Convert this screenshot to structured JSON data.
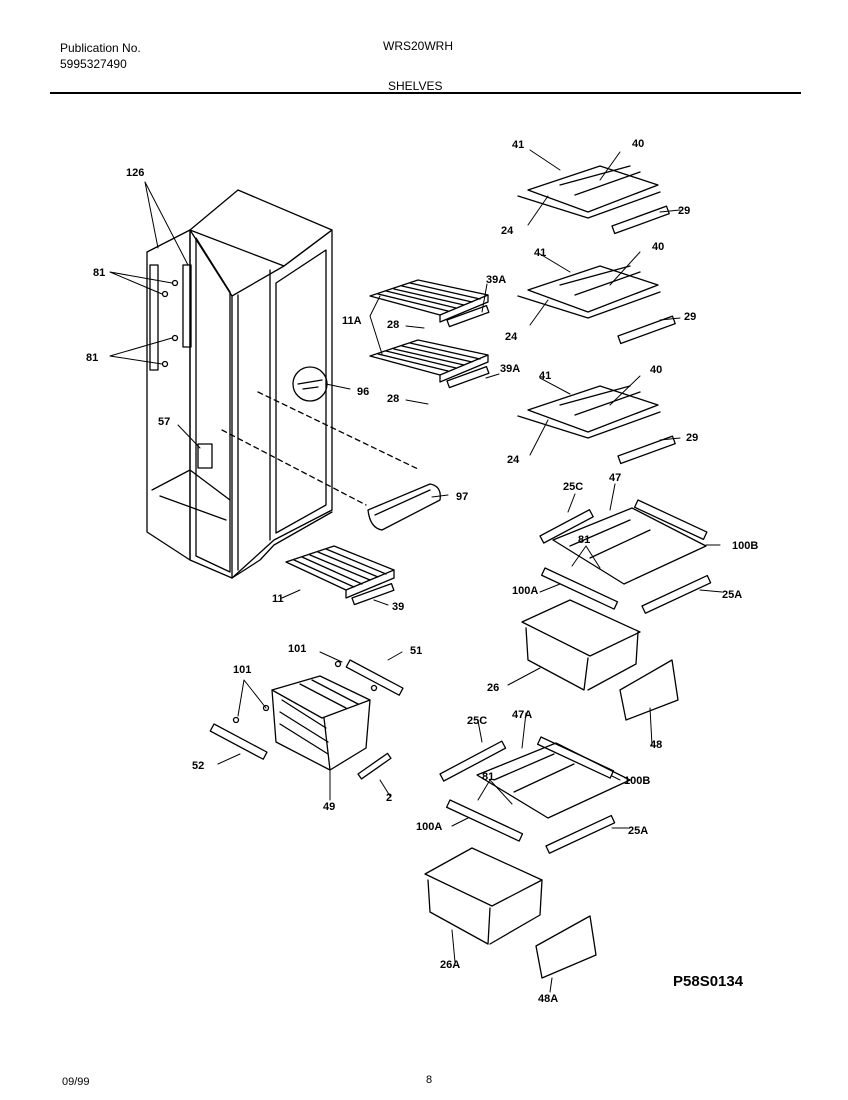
{
  "header": {
    "publication_label": "Publication No.",
    "publication_number": "5995327490",
    "model": "WRS20WRH",
    "section": "SHELVES"
  },
  "footer": {
    "date": "09/99",
    "page": "8"
  },
  "diagram": {
    "figure_code": "P58S0134",
    "part_labels": {
      "p126": "126",
      "p81a": "81",
      "p81b": "81",
      "p57": "57",
      "p96": "96",
      "p97": "97",
      "p11a": "11A",
      "p28a": "28",
      "p28b": "28",
      "p39aa": "39A",
      "p39ab": "39A",
      "p11": "11",
      "p39": "39",
      "p41a": "41",
      "p40a": "40",
      "p24a": "24",
      "p29a": "29",
      "p41b": "41",
      "p40b": "40",
      "p24b": "24",
      "p29b": "29",
      "p41c": "41",
      "p40c": "40",
      "p24c": "24",
      "p29c": "29",
      "p25ca": "25C",
      "p47": "47",
      "p100ba": "100B",
      "p81c": "81",
      "p100aa": "100A",
      "p25aa": "25A",
      "p26": "26",
      "p48": "48",
      "p101a": "101",
      "p51": "51",
      "p101b": "101",
      "p52": "52",
      "p49": "49",
      "p2": "2",
      "p25cb": "25C",
      "p47a": "47A",
      "p81d": "81",
      "p100bb": "100B",
      "p100ab": "100A",
      "p25ab": "25A",
      "p26a": "26A",
      "p48a": "48A"
    }
  }
}
